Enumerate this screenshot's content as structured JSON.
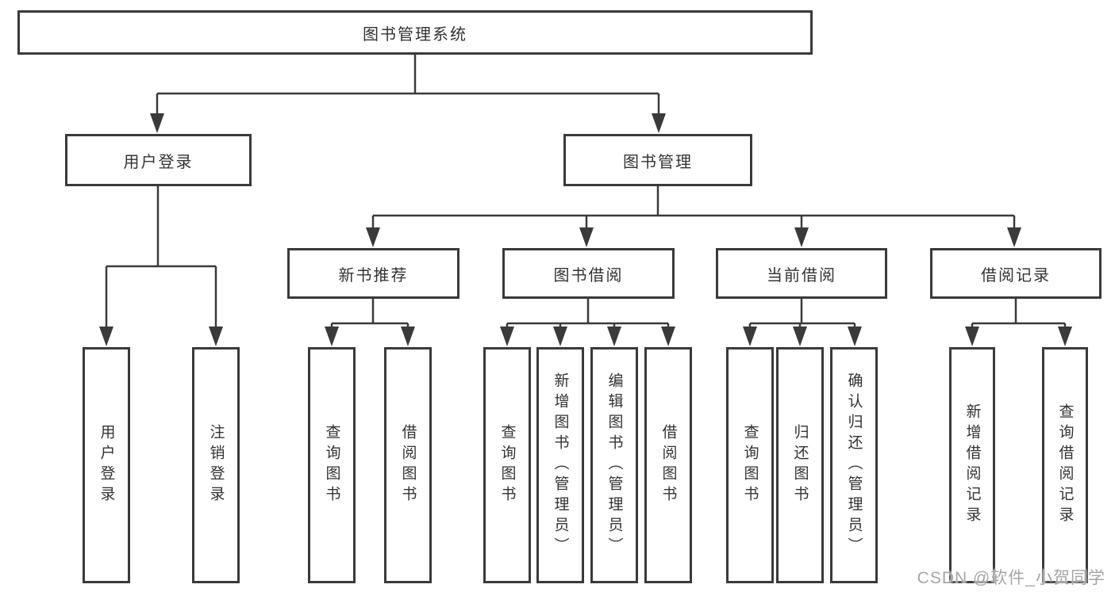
{
  "diagram": {
    "root": {
      "label": "图书管理系统"
    },
    "level2": [
      {
        "label": "用户登录",
        "children": [
          "用户登录",
          "注销登录"
        ]
      },
      {
        "label": "图书管理"
      }
    ],
    "level3": [
      {
        "label": "新书推荐",
        "children": [
          "查询图书",
          "借阅图书"
        ]
      },
      {
        "label": "图书借阅",
        "children": [
          "查询图书",
          "新增图书（管理员）",
          "编辑图书（管理员）",
          "借阅图书"
        ]
      },
      {
        "label": "当前借阅",
        "children": [
          "查询图书",
          "归还图书",
          "确认归还（管理员）"
        ]
      },
      {
        "label": "借阅记录",
        "children": [
          "新增借阅记录",
          "查询借阅记录"
        ]
      }
    ]
  },
  "colors": {
    "line": "#3a3a3a",
    "text": "#333333",
    "background": "#ffffff",
    "watermark": "#a5a5a5"
  },
  "watermark": "CSDN @软件_小贺同学"
}
